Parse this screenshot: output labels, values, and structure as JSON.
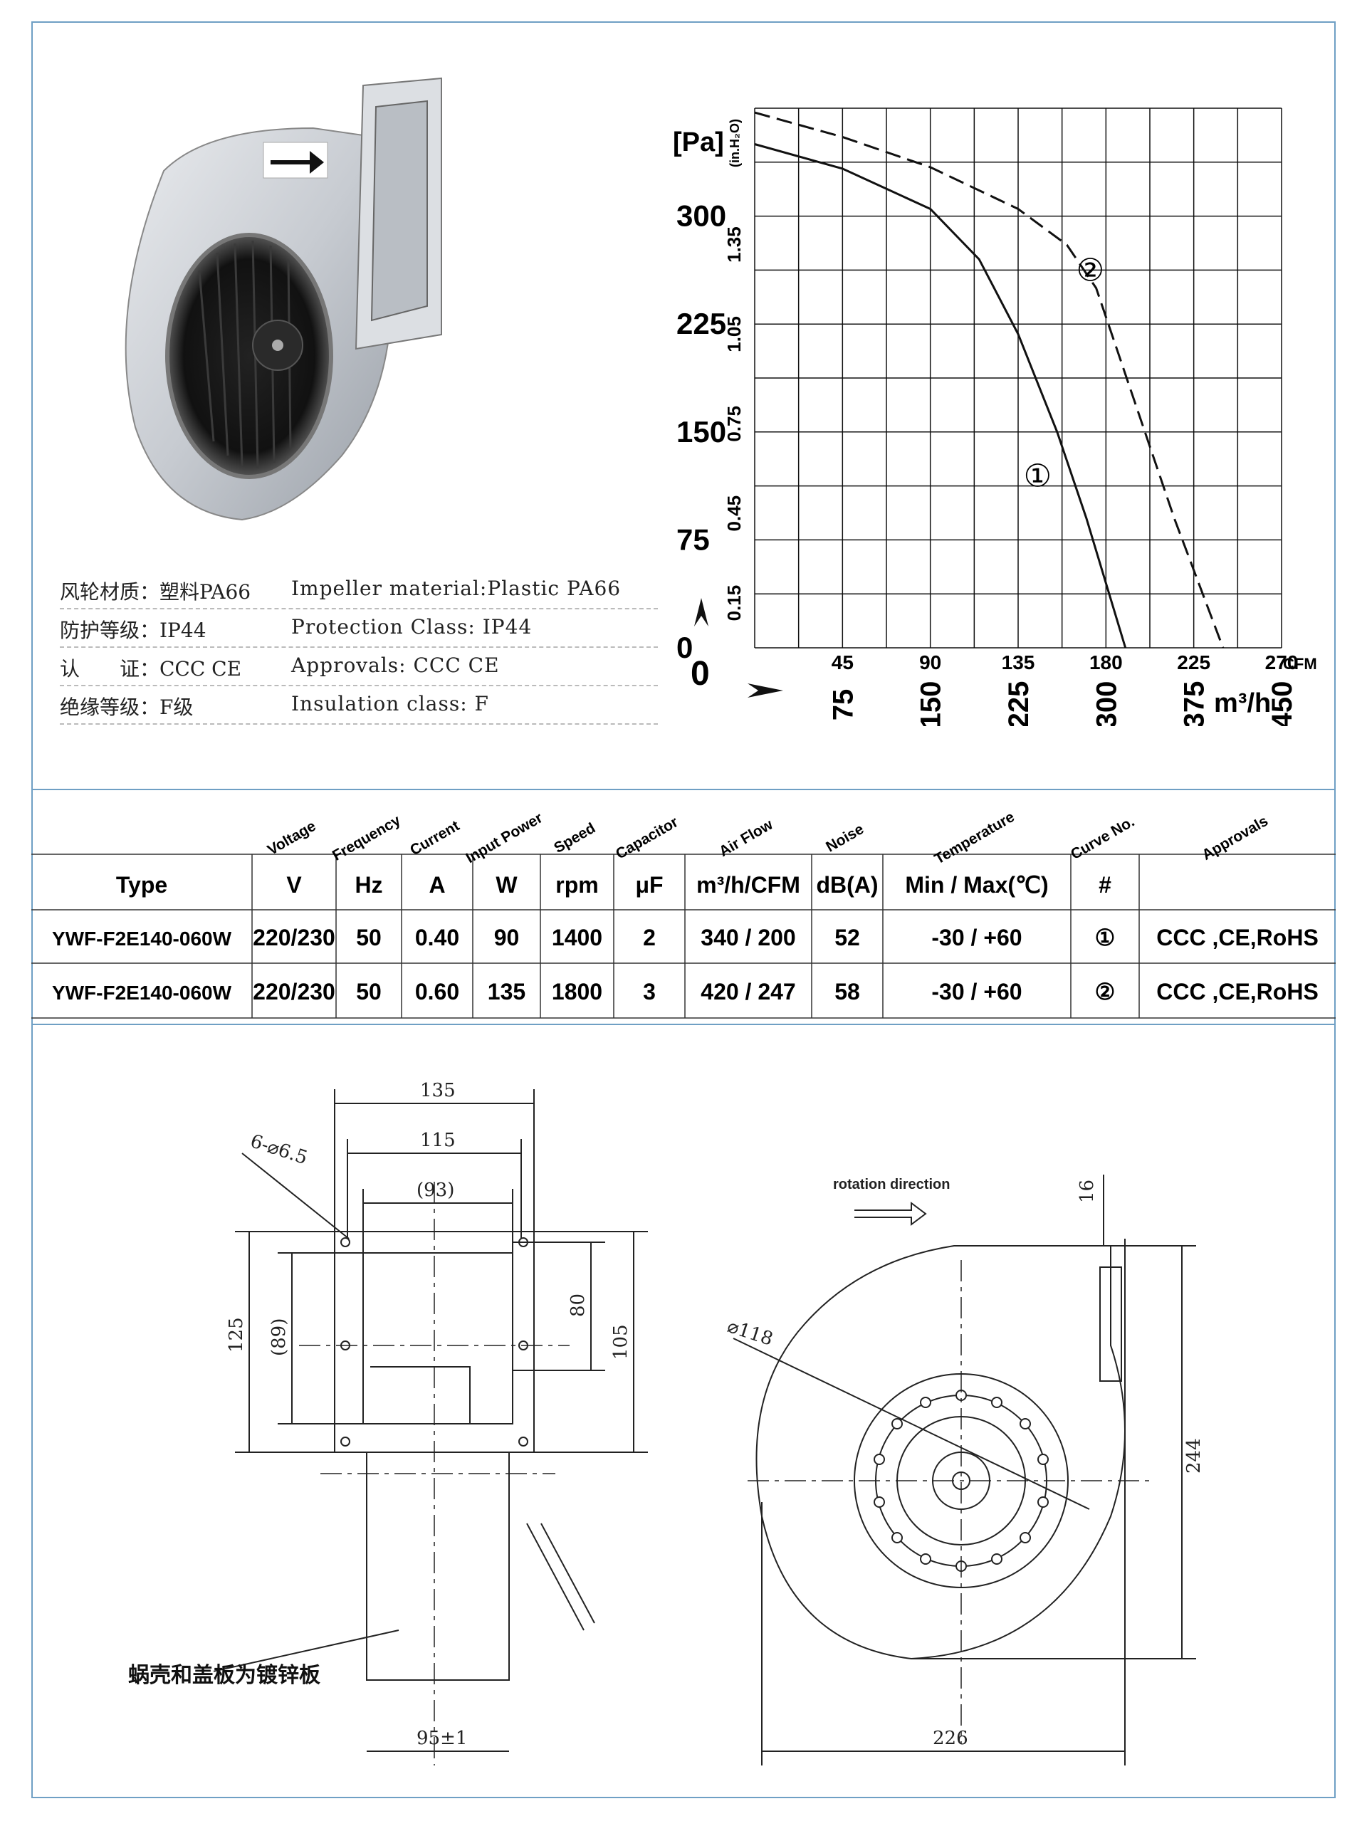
{
  "specs": [
    {
      "cn": "风轮材质：塑料PA66",
      "en": "Impeller material:Plastic PA66"
    },
    {
      "cn": "防护等级：IP44",
      "en": "Protection Class: IP44"
    },
    {
      "cn": "认　　证：CCC CE",
      "en": "Approvals: CCC  CE"
    },
    {
      "cn": "绝缘等级：F级",
      "en": "Insulation class: F"
    }
  ],
  "chart_data": {
    "type": "line",
    "y_pa_ticks": [
      "300",
      "225",
      "150",
      "75",
      "0"
    ],
    "y_pa_unit": "[Pa]",
    "y_inh2o_ticks": [
      "1.35",
      "1.05",
      "0.75",
      "0.45",
      "0.15"
    ],
    "y_inh2o_unit": "(in.H₂O)",
    "x_cfm_ticks": [
      "45",
      "90",
      "135",
      "180",
      "225",
      "270"
    ],
    "x_cfm_unit": "CFM",
    "x_m3h_ticks": [
      "75",
      "150",
      "225",
      "300",
      "375",
      "450"
    ],
    "x_m3h_unit": "m³/h",
    "ylim_pa": [
      0,
      375
    ],
    "xlim_cfm": [
      0,
      270
    ],
    "series": [
      {
        "name": "①",
        "label_at_cfm": 145,
        "label_at_pa": 112,
        "style": "solid",
        "points": [
          [
            0,
            350
          ],
          [
            45,
            333
          ],
          [
            90,
            305
          ],
          [
            115,
            270
          ],
          [
            135,
            218
          ],
          [
            155,
            150
          ],
          [
            170,
            90
          ],
          [
            190,
            0
          ]
        ]
      },
      {
        "name": "②",
        "label_at_cfm": 172,
        "label_at_pa": 255,
        "style": "dashed",
        "points": [
          [
            0,
            372
          ],
          [
            45,
            355
          ],
          [
            90,
            334
          ],
          [
            135,
            305
          ],
          [
            160,
            280
          ],
          [
            175,
            250
          ],
          [
            185,
            210
          ],
          [
            200,
            150
          ],
          [
            215,
            90
          ],
          [
            240,
            0
          ]
        ]
      }
    ]
  },
  "table": {
    "header_rotated": [
      "Voltage",
      "Frequency",
      "Current",
      "Input Power",
      "Speed",
      "Capacitor",
      "Air Flow",
      "Noise",
      "Temperature",
      "Curve No.",
      "Approvals"
    ],
    "units": [
      "Type",
      "V",
      "Hz",
      "A",
      "W",
      "rpm",
      "μF",
      "m³/h/CFM",
      "dB(A)",
      "Min / Max(℃)",
      "#",
      ""
    ],
    "rows": [
      [
        "YWF-F2E140-060W",
        "220/230",
        "50",
        "0.40",
        "90",
        "1400",
        "2",
        "340 / 200",
        "52",
        "-30 / +60",
        "①",
        "CCC ,CE,RoHS"
      ],
      [
        "YWF-F2E140-060W",
        "220/230",
        "50",
        "0.60",
        "135",
        "1800",
        "3",
        "420 / 247",
        "58",
        "-30 / +60",
        "②",
        "CCC ,CE,RoHS"
      ]
    ]
  },
  "drawing_left": {
    "dims": [
      "135",
      "115",
      "(93)",
      "6-⌀6.5",
      "125",
      "(89)",
      "80",
      "105",
      "95±1"
    ],
    "note": "蜗壳和盖板为镀锌板"
  },
  "drawing_right": {
    "rotation_label": "rotation direction",
    "dims": [
      "16",
      "⌀118",
      "244",
      "226"
    ]
  }
}
